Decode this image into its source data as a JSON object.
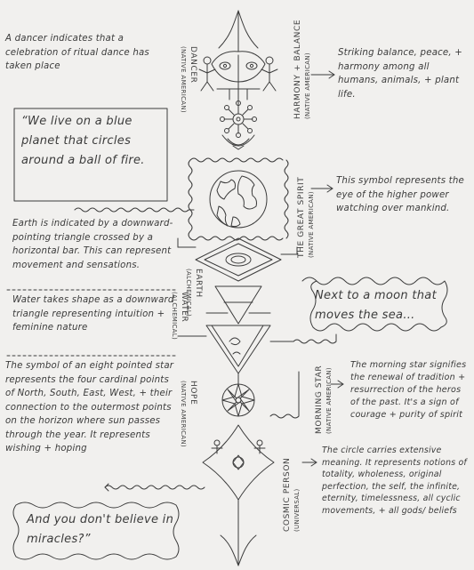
{
  "notes": {
    "dancer_note": "A dancer indicates that a celebration of ritual dance has taken place",
    "harmony_note": "Striking balance, peace, + harmony among all humans, animals, + plant life.",
    "spirit_note": "This symbol represents the eye of the higher power watching over mankind.",
    "earth_note": "Earth is indicated by a downward-pointing triangle crossed by a horizontal bar. This can represent movement and sensations.",
    "water_note": "Water takes shape as a downward triangle representing intuition + feminine nature",
    "star_note": "The symbol of an eight pointed star represents the four cardinal points of North, South, East, West, + their connection to the outermost points on the horizon where sun passes through the year. It represents wishing + hoping",
    "morning_star_note": "The morning star signifies the renewal of tradition + resurrection of the heros of the past. It's a sign of courage + purity of spirit",
    "circle_note": "The circle carries extensive meaning. It represents notions of totality, wholeness, original perfection, the self, the infinite, eternity, timelessness, all cyclic movements, + all gods/ beliefs"
  },
  "quotes": {
    "quote_planet": "“We live on a blue planet that circles around a ball of fire.",
    "quote_moon": "Next to a moon that moves the sea...",
    "quote_miracles": "And you don't believe in miracles?”"
  },
  "labels": {
    "dancer": {
      "title": "DANCER",
      "origin": "(NATIVE AMERICAN)"
    },
    "harmony": {
      "title": "HARMONY + BALANCE",
      "origin": "(NATIVE AMERICAN)"
    },
    "great_spirit": {
      "title": "THE GREAT SPIRIT",
      "origin": "(NATIVE AMERICAN)"
    },
    "earth": {
      "title": "EARTH",
      "origin": "(ALCHEMICAL)"
    },
    "water": {
      "title": "WATER",
      "origin": "(ALCHEMICAL)"
    },
    "hope": {
      "title": "HOPE",
      "origin": "(NATIVE AMERICAN)"
    },
    "morning_star": {
      "title": "MORNING STAR",
      "origin": "(NATIVE AMERICAN)"
    },
    "cosmic_person": {
      "title": "COSMIC PERSON",
      "origin": "(UNIVERSAL)"
    }
  },
  "colors": {
    "paper": "#f1f0ee",
    "ink": "#3a3a3a"
  }
}
